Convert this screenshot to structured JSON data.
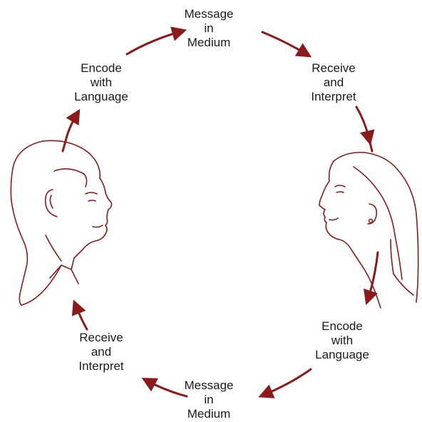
{
  "colors": {
    "accent": "#8b1a1a",
    "text": "#1a1a1a",
    "background": "#ffffff"
  },
  "labels": {
    "top": [
      "Message",
      "in",
      "Medium"
    ],
    "upper_left": [
      "Encode",
      "with",
      "Language"
    ],
    "upper_right": [
      "Receive",
      "and",
      "Interpret"
    ],
    "lower_right": [
      "Encode",
      "with",
      "Language"
    ],
    "lower_left": [
      "Receive",
      "and",
      "Interpret"
    ],
    "bottom": [
      "Message",
      "in",
      "Medium"
    ]
  },
  "figures": {
    "left": "man-profile",
    "right": "woman-profile"
  }
}
